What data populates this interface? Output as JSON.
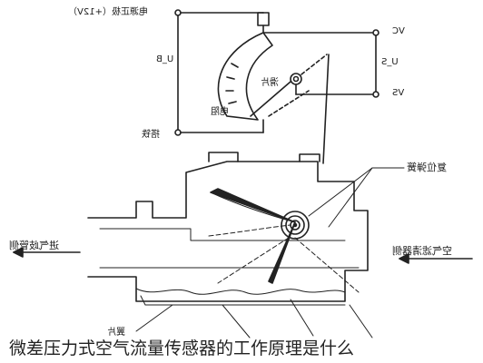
{
  "labels": {
    "power": "电源正极（+12V）",
    "ub": "U_B",
    "slider": "滑片",
    "resistor": "电阻",
    "ground": "搭铁",
    "vc": "VC",
    "us": "U_S",
    "vs": "VS",
    "return_spring": "复位弹簧",
    "intake_manifold_side": "进气歧管侧",
    "air_filter_side": "空气滤清器侧",
    "flap": "翼片"
  },
  "caption": "微差压力式空气流量传感器的工作原理是什么",
  "colors": {
    "line": "#222222",
    "background": "#ffffff",
    "caption": "#222222"
  }
}
